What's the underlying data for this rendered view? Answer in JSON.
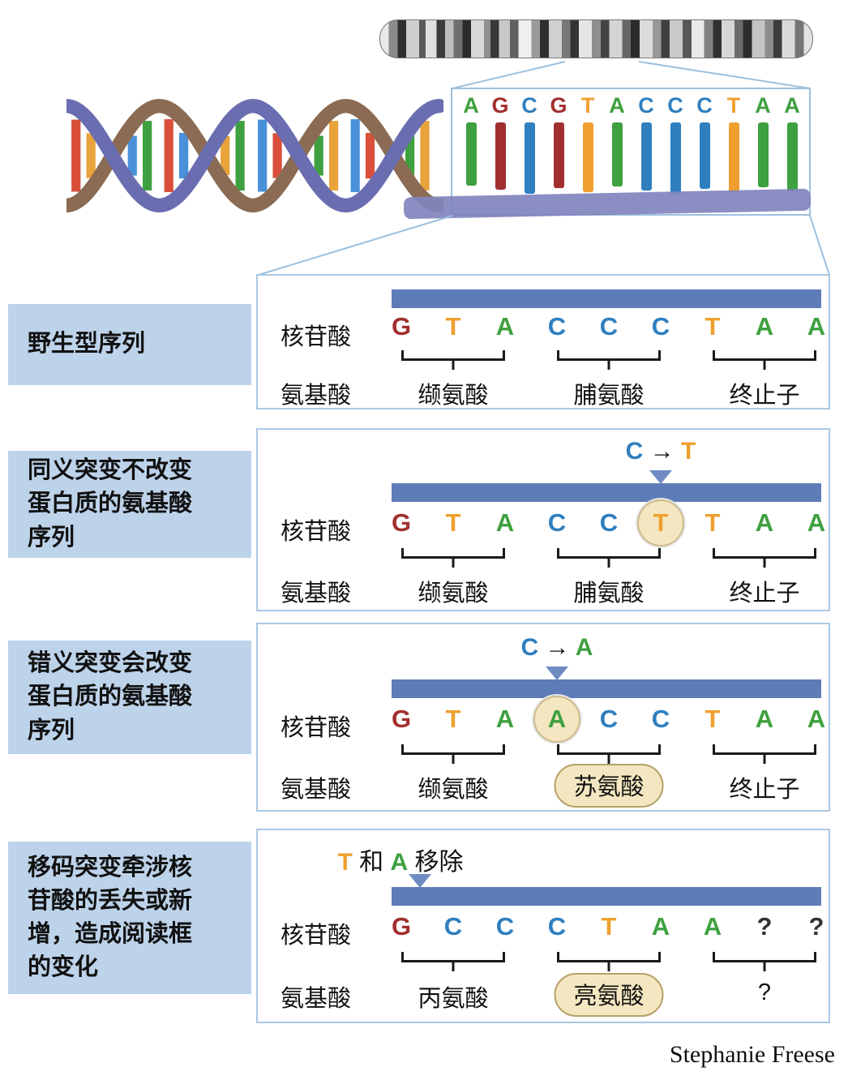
{
  "credit": "Stephanie Freese",
  "base_colors": {
    "A": "#3fa03f",
    "G": "#a22f2f",
    "C": "#2f7fbf",
    "T": "#ef9f2f",
    "?": "#333333"
  },
  "zoom_box": {
    "sequence": [
      "A",
      "G",
      "C",
      "G",
      "T",
      "A",
      "C",
      "C",
      "C",
      "T",
      "A",
      "A"
    ]
  },
  "row_labels": {
    "nucleotide": "核苷酸",
    "amino_acid": "氨基酸"
  },
  "panels": [
    {
      "label": "野生型序列",
      "nucleotides": [
        "G",
        "T",
        "A",
        "C",
        "C",
        "C",
        "T",
        "A",
        "A"
      ],
      "highlight_index": null,
      "mutation": null,
      "codons": [
        {
          "name": "缬氨酸",
          "highlight": false
        },
        {
          "name": "脯氨酸",
          "highlight": false
        },
        {
          "name": "终止子",
          "highlight": false
        }
      ]
    },
    {
      "label": "同义突变不改变\n蛋白质的氨基酸\n序列",
      "nucleotides": [
        "G",
        "T",
        "A",
        "C",
        "C",
        "T",
        "T",
        "A",
        "A"
      ],
      "highlight_index": 5,
      "mutation": [
        {
          "t": "C",
          "c": "C",
          "b": true
        },
        {
          "t": " → ",
          "b": true
        },
        {
          "t": "T",
          "c": "T",
          "b": true
        }
      ],
      "codons": [
        {
          "name": "缬氨酸",
          "highlight": false
        },
        {
          "name": "脯氨酸",
          "highlight": false
        },
        {
          "name": "终止子",
          "highlight": false
        }
      ]
    },
    {
      "label": "错义突变会改变\n蛋白质的氨基酸\n序列",
      "nucleotides": [
        "G",
        "T",
        "A",
        "A",
        "C",
        "C",
        "T",
        "A",
        "A"
      ],
      "highlight_index": 3,
      "mutation": [
        {
          "t": "C",
          "c": "C",
          "b": true
        },
        {
          "t": " → ",
          "b": true
        },
        {
          "t": "A",
          "c": "A",
          "b": true
        }
      ],
      "codons": [
        {
          "name": "缬氨酸",
          "highlight": false
        },
        {
          "name": "苏氨酸",
          "highlight": true
        },
        {
          "name": "终止子",
          "highlight": false
        }
      ]
    },
    {
      "label": "移码突变牵涉核\n苷酸的丢失或新\n增，造成阅读框\n的变化",
      "nucleotides": [
        "G",
        "C",
        "C",
        "C",
        "T",
        "A",
        "A",
        "?",
        "?"
      ],
      "highlight_index": null,
      "mutation": [
        {
          "t": "T",
          "c": "T",
          "b": true
        },
        {
          "t": " 和 ",
          "b": false
        },
        {
          "t": "A",
          "c": "A",
          "b": true
        },
        {
          "t": " 移除",
          "b": false
        }
      ],
      "codons": [
        {
          "name": "丙氨酸",
          "highlight": false
        },
        {
          "name": "亮氨酸",
          "highlight": true
        },
        {
          "name": "?",
          "highlight": false
        }
      ]
    }
  ]
}
